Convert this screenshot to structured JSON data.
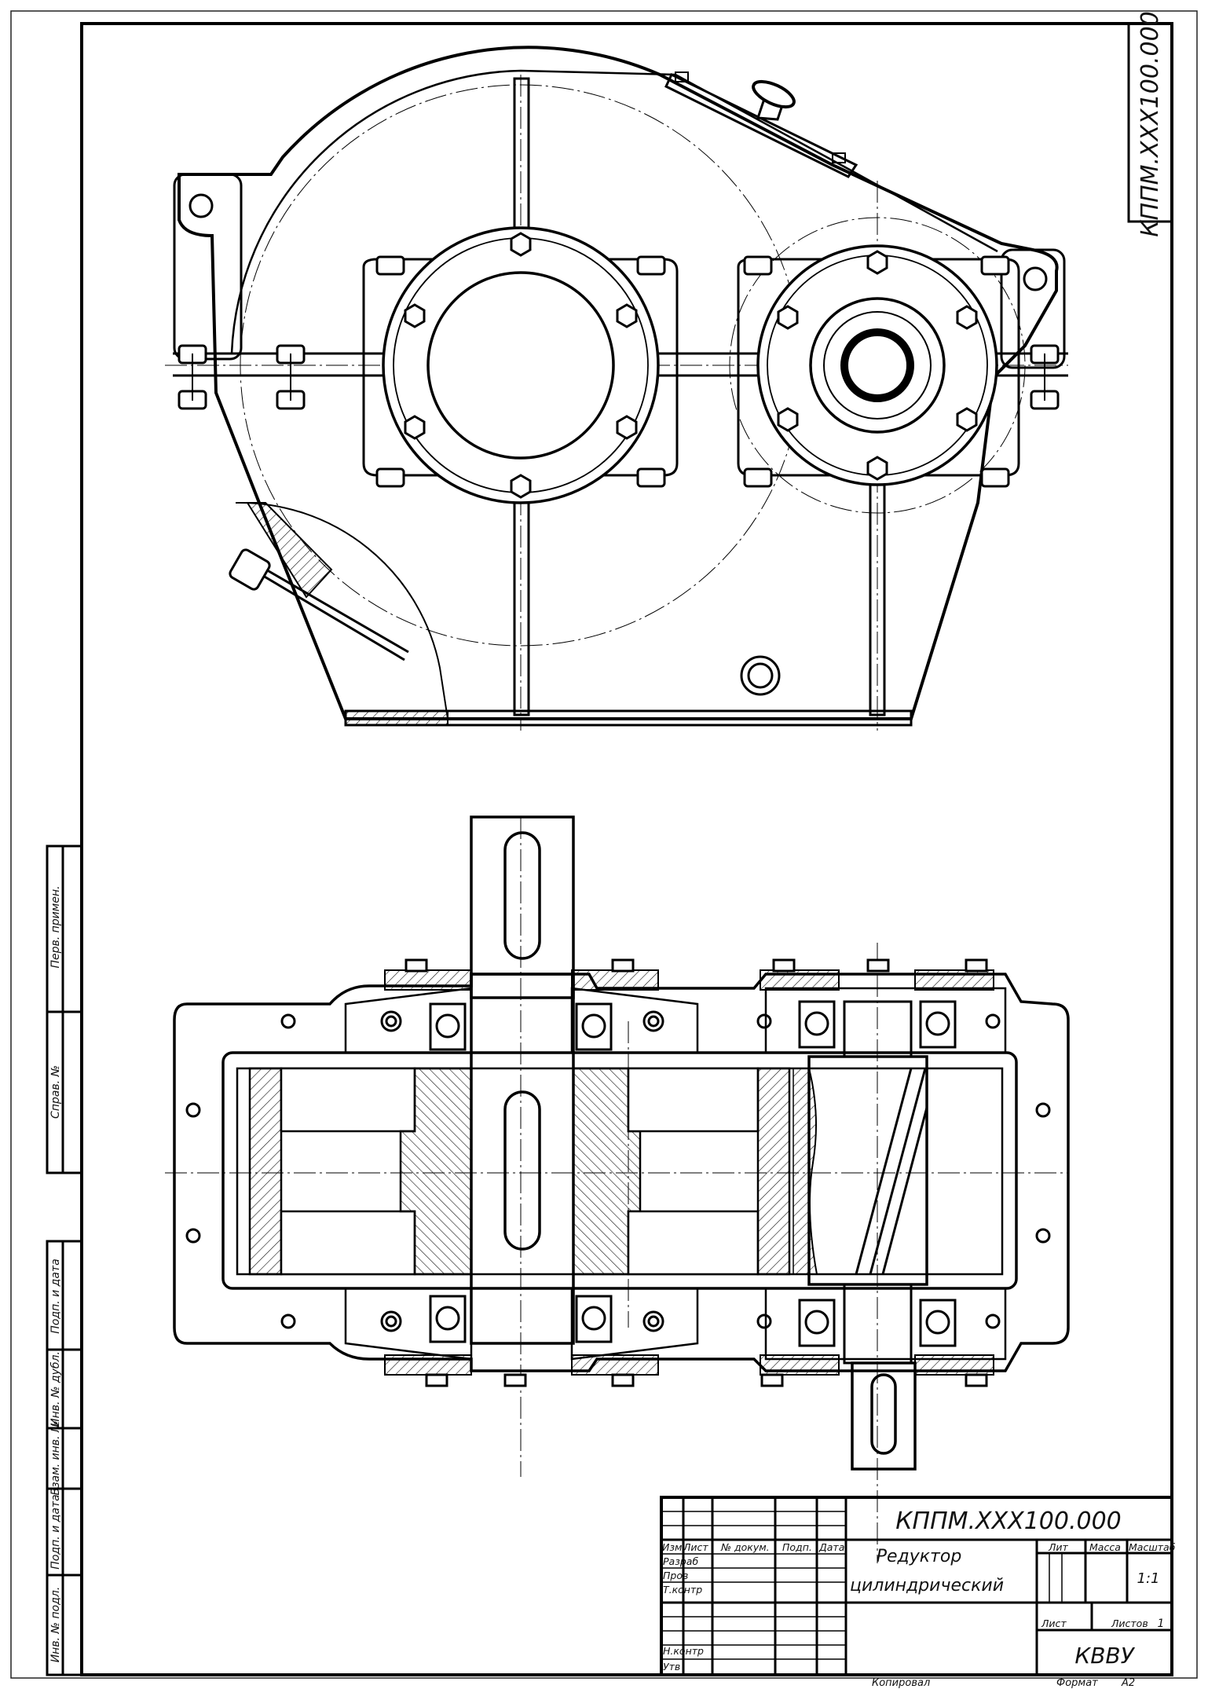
{
  "drawing": {
    "code_main": "КППМ.ХХХ100.000",
    "code_rotated": "КППМ.ХХХ100.000",
    "title_line1": "Редуктор",
    "title_line2": "цилиндрический",
    "organization": "КВВУ",
    "copied_label": "Копировал",
    "format_label": "Формат",
    "format_value": "А2"
  },
  "stamp": {
    "col_izm": "Изм",
    "col_list": "Лист",
    "col_doc": "№ докум.",
    "col_sign": "Подп.",
    "col_date": "Дата",
    "row_razrab": "Разраб",
    "row_prov": "Пров",
    "row_tkontr": "Т.контр",
    "row_nkontr": "Н.контр",
    "row_utv": "Утв",
    "lit_label": "Лит",
    "mass_label": "Масса",
    "scale_label": "Масштаб",
    "scale_value": "1:1",
    "sheet_label": "Лист",
    "sheets_label": "Листов",
    "sheets_value": "1"
  },
  "side_columns": {
    "perv_primen": "Перв. примен.",
    "sprav_no": "Справ. №",
    "podp_data_1": "Подп. и дата",
    "inv_dubl": "Инв. № дубл.",
    "vzam_inv": "Взам. инв. №",
    "podp_data_2": "Подп. и дата",
    "inv_podl": "Инв. № подл."
  }
}
